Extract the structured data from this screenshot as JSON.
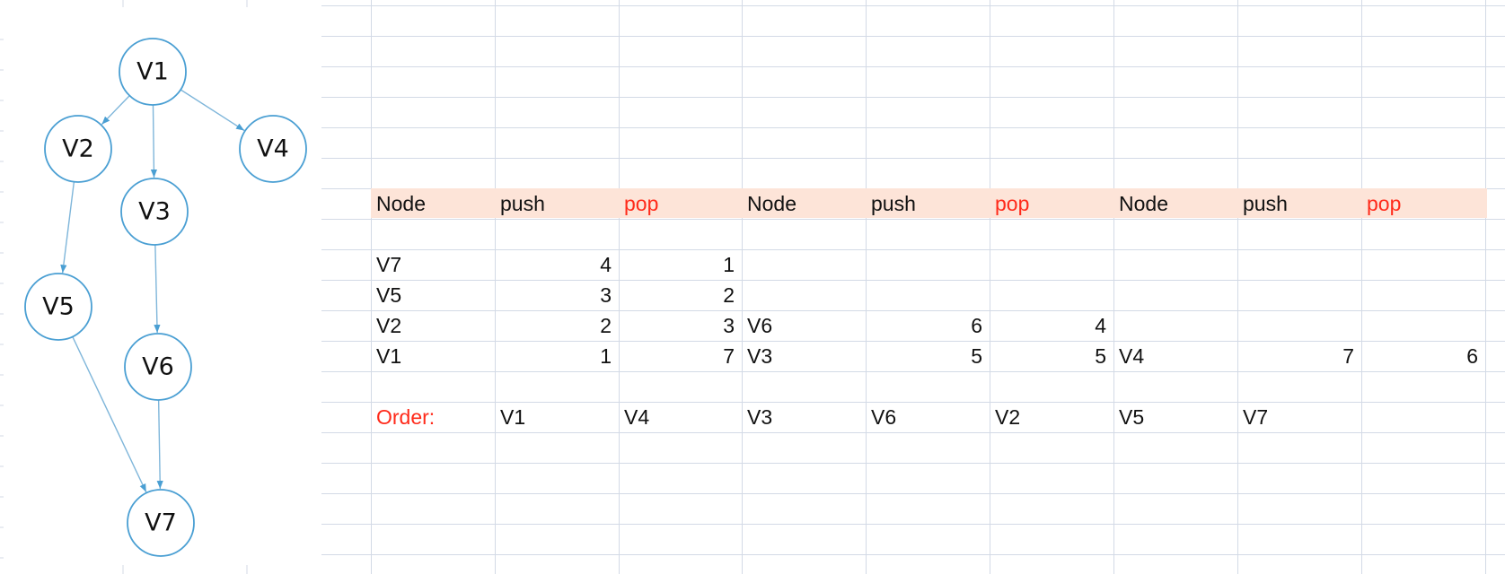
{
  "colors": {
    "node_stroke": "#4a9fd3",
    "edge": "#7fb6da",
    "grid": "#d3dae6",
    "header_fill": "#fde4d8",
    "accent_text": "#ff2a1a"
  },
  "graph": {
    "nodes": [
      {
        "id": "V1",
        "label": "V1"
      },
      {
        "id": "V2",
        "label": "V2"
      },
      {
        "id": "V4",
        "label": "V4"
      },
      {
        "id": "V3",
        "label": "V3"
      },
      {
        "id": "V5",
        "label": "V5"
      },
      {
        "id": "V6",
        "label": "V6"
      },
      {
        "id": "V7",
        "label": "V7"
      }
    ],
    "edges": [
      {
        "from": "V1",
        "to": "V2"
      },
      {
        "from": "V1",
        "to": "V3"
      },
      {
        "from": "V1",
        "to": "V4"
      },
      {
        "from": "V2",
        "to": "V5"
      },
      {
        "from": "V3",
        "to": "V6"
      },
      {
        "from": "V5",
        "to": "V7"
      },
      {
        "from": "V6",
        "to": "V7"
      }
    ]
  },
  "table": {
    "header": [
      "Node",
      "push",
      "pop",
      "Node",
      "push",
      "pop",
      "Node",
      "push",
      "pop"
    ],
    "stack_rows": [
      [
        "V7",
        4,
        1,
        "",
        "",
        "",
        "",
        "",
        ""
      ],
      [
        "V5",
        3,
        2,
        "",
        "",
        "",
        "",
        "",
        ""
      ],
      [
        "V2",
        2,
        3,
        "V6",
        6,
        4,
        "",
        "",
        ""
      ],
      [
        "V1",
        1,
        7,
        "V3",
        5,
        5,
        "V4",
        7,
        6
      ]
    ],
    "order_label": "Order:",
    "order": [
      "V1",
      "V4",
      "V3",
      "V6",
      "V2",
      "V5",
      "V7"
    ]
  }
}
